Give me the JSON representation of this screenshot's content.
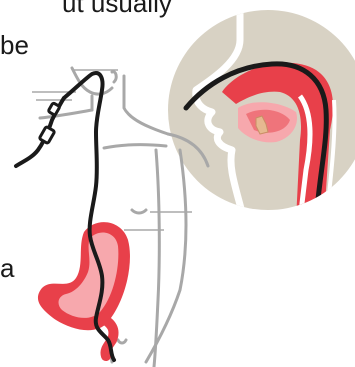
{
  "text_fragments": {
    "top": "ut usually",
    "second": "be",
    "third": "a"
  },
  "colors": {
    "tube": "#1a1a1a",
    "tissue": "#e8404a",
    "tissue_light": "#f7a8ad",
    "body_outline": "#a8a8a8",
    "inset_bg": "#d8d2c4",
    "inset_outline": "#ffffff",
    "teeth": "#e6b890"
  },
  "icons": {
    "figure": "human-torso-outline-icon",
    "inset": "head-sagittal-section-icon",
    "tube": "nasogastric-tube-icon"
  }
}
